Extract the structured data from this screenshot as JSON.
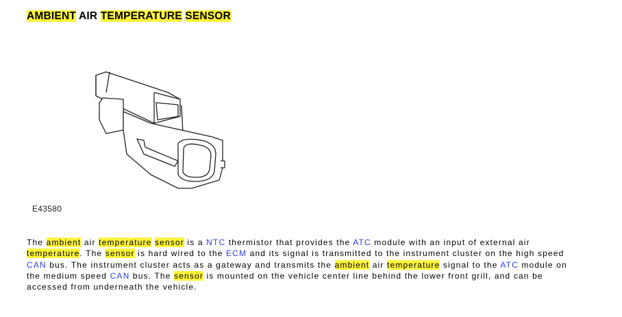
{
  "title": [
    {
      "text": "AMBIENT",
      "type": "hl"
    },
    {
      "text": " AIR ",
      "type": "plain"
    },
    {
      "text": "TEMPERATURE",
      "type": "hl"
    },
    {
      "text": " ",
      "type": "plain"
    },
    {
      "text": "SENSOR",
      "type": "hl"
    }
  ],
  "figure": {
    "caption": "E43580",
    "icon": "connector-illustration"
  },
  "colors": {
    "highlight": "#fdf43a",
    "link": "#2a3fe0"
  },
  "paragraph": [
    [
      {
        "text": "The ",
        "type": "plain"
      },
      {
        "text": "ambient",
        "type": "hl"
      },
      {
        "text": " air ",
        "type": "plain"
      },
      {
        "text": "temperature",
        "type": "hl"
      },
      {
        "text": " ",
        "type": "plain"
      },
      {
        "text": "sensor",
        "type": "hl"
      },
      {
        "text": " is a ",
        "type": "plain"
      },
      {
        "text": "NTC",
        "type": "link"
      },
      {
        "text": " thermistor that provides the ",
        "type": "plain"
      },
      {
        "text": "ATC",
        "type": "link"
      },
      {
        "text": " module with an input of external air",
        "type": "plain"
      }
    ],
    [
      {
        "text": "temperature",
        "type": "hl"
      },
      {
        "text": ". The ",
        "type": "plain"
      },
      {
        "text": "sensor",
        "type": "hl"
      },
      {
        "text": " is hard wired to the ",
        "type": "plain"
      },
      {
        "text": "ECM",
        "type": "link"
      },
      {
        "text": " and its signal is transmitted to the instrument cluster on the high speed",
        "type": "plain"
      }
    ],
    [
      {
        "text": "CAN",
        "type": "link"
      },
      {
        "text": " bus. The instrument cluster acts as a gateway and transmits the ",
        "type": "plain"
      },
      {
        "text": "ambient",
        "type": "hl"
      },
      {
        "text": " air ",
        "type": "plain"
      },
      {
        "text": "temperature",
        "type": "hl"
      },
      {
        "text": " signal to the ",
        "type": "plain"
      },
      {
        "text": "ATC",
        "type": "link"
      },
      {
        "text": " module on",
        "type": "plain"
      }
    ],
    [
      {
        "text": "the medium speed ",
        "type": "plain"
      },
      {
        "text": "CAN",
        "type": "link"
      },
      {
        "text": " bus. The ",
        "type": "plain"
      },
      {
        "text": "sensor",
        "type": "hl"
      },
      {
        "text": " is mounted on the vehicle center line behind the lower front grill, and can be",
        "type": "plain"
      }
    ],
    [
      {
        "text": "accessed from underneath the vehicle.",
        "type": "plain"
      }
    ]
  ]
}
